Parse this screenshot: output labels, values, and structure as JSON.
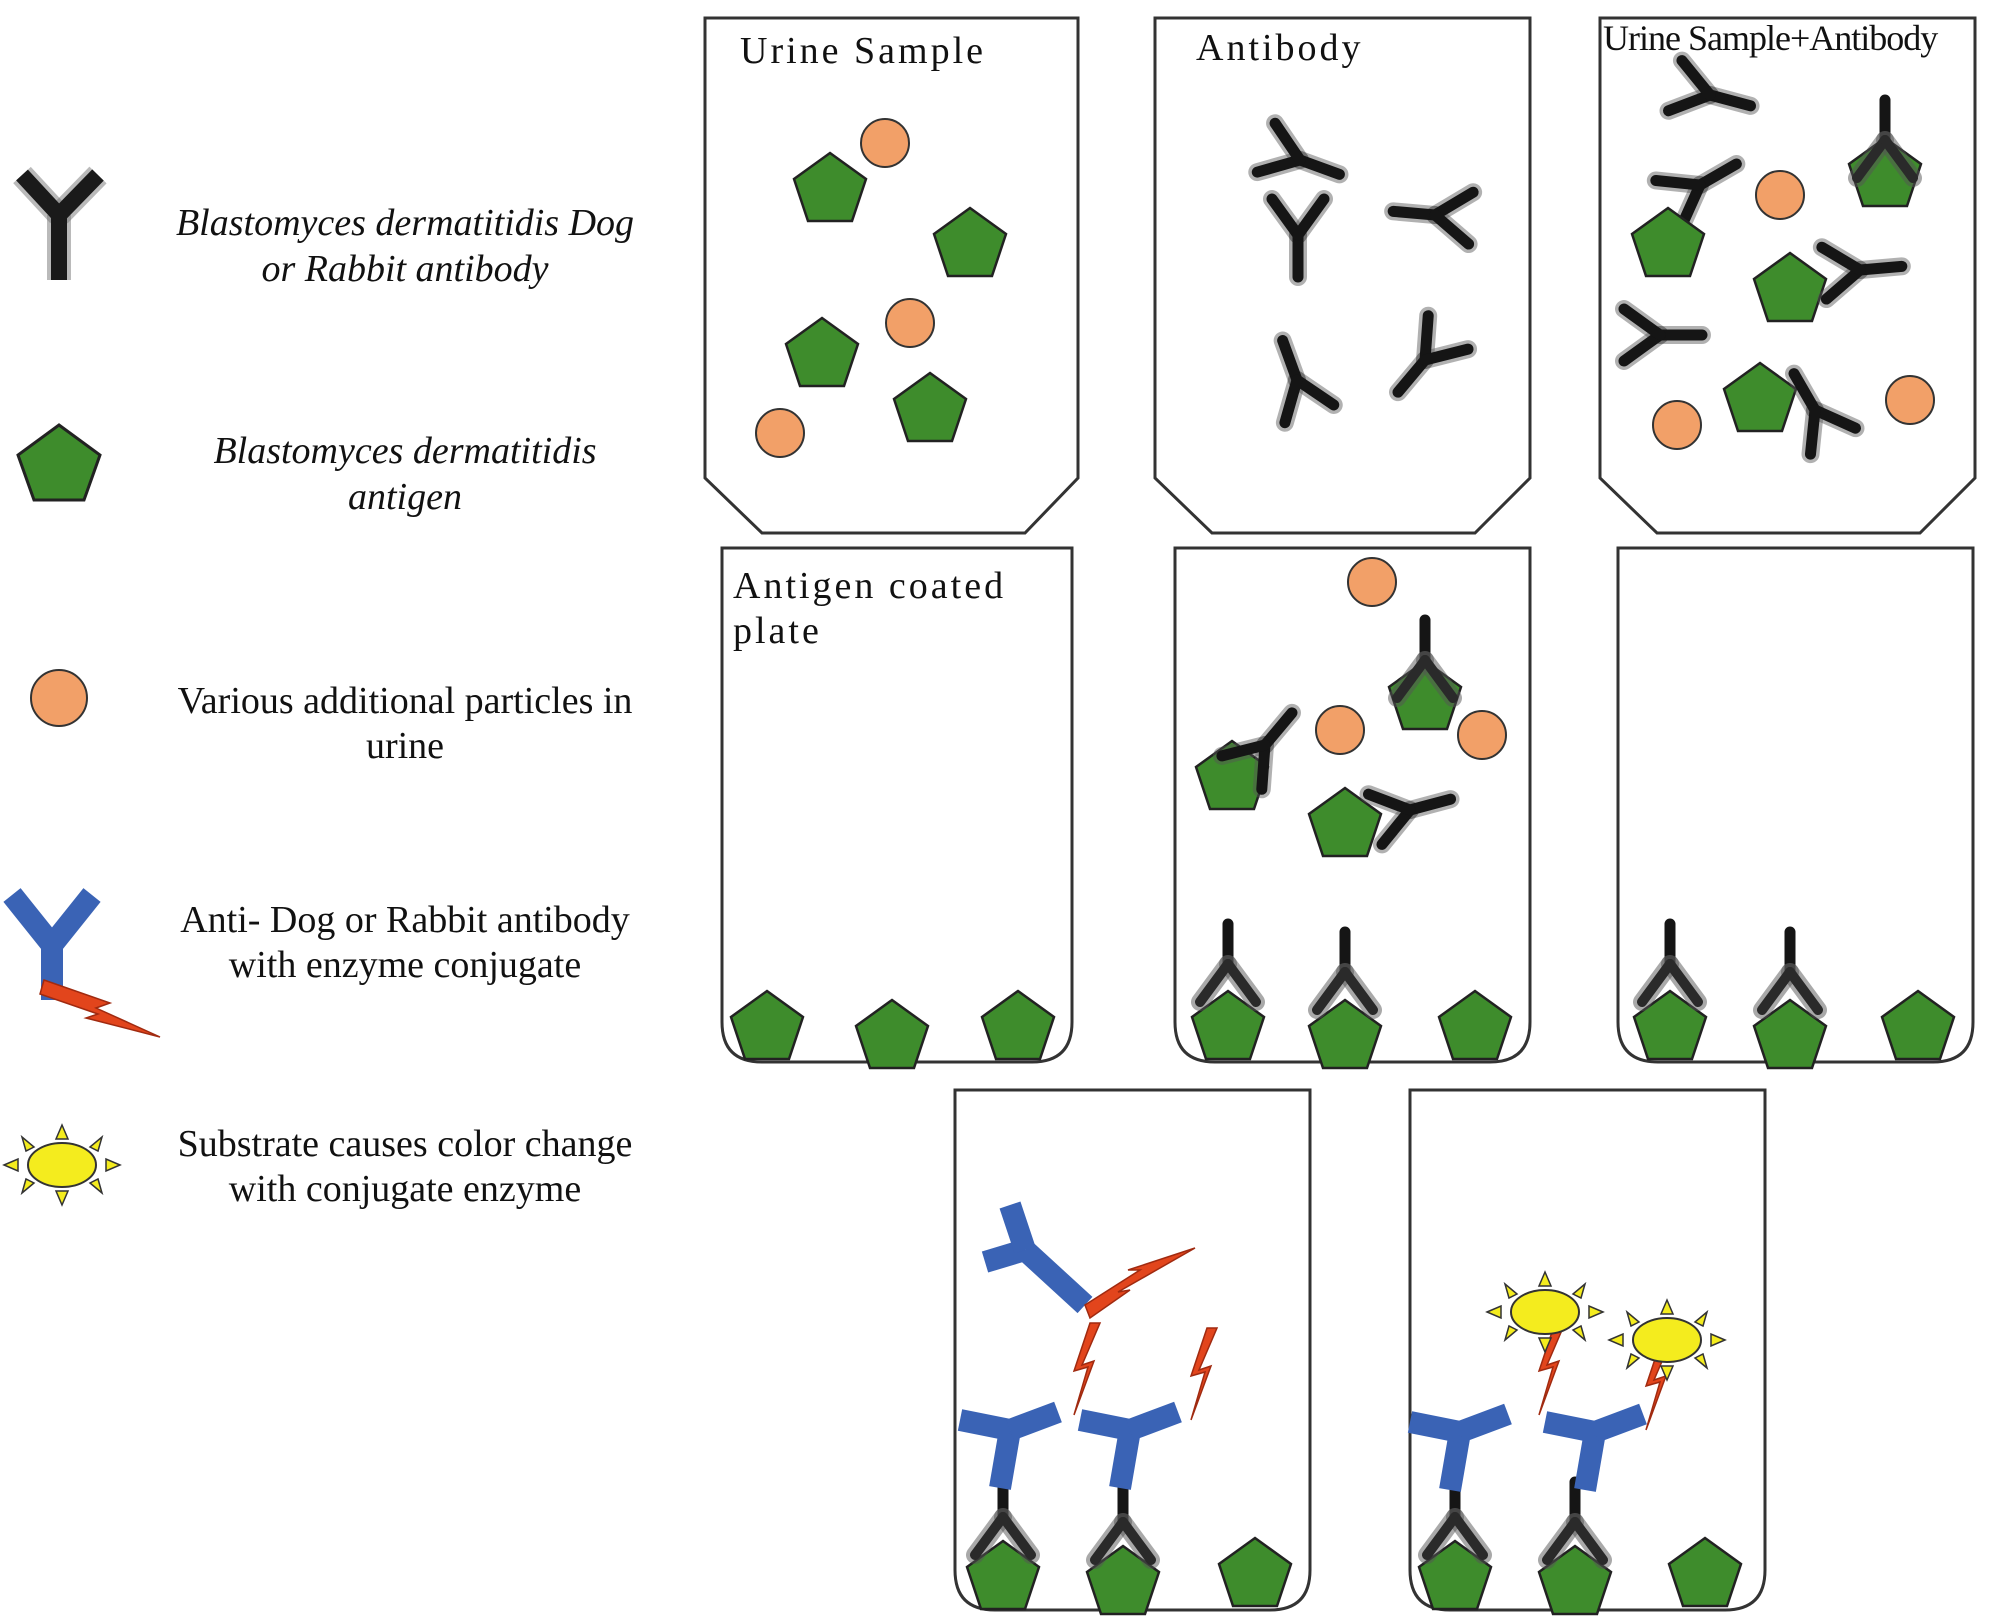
{
  "legend": [
    {
      "icon": "dark-antibody-icon",
      "lines": [
        "Blastomyces dermatitidis Dog",
        "or Rabbit antibody"
      ],
      "italic": true
    },
    {
      "icon": "green-pentagon-antigen-icon",
      "lines": [
        "Blastomyces dermatitidis",
        "antigen"
      ],
      "italic": true
    },
    {
      "icon": "orange-particle-icon",
      "lines": [
        "Various additional particles in",
        "urine"
      ],
      "italic": false
    },
    {
      "icon": "blue-antibody-enzyme-icon",
      "lines": [
        "Anti- Dog or Rabbit antibody",
        "with enzyme conjugate"
      ],
      "italic": false
    },
    {
      "icon": "yellow-sun-substrate-icon",
      "lines": [
        "Substrate causes color change",
        "with conjugate enzyme"
      ],
      "italic": false
    }
  ],
  "tubes": {
    "urine_sample": "Urine  Sample",
    "antibody": "Antibody",
    "urine_plus_antibody": "Urine Sample+Antibody"
  },
  "wells": {
    "antigen_coated_line1": "Antigen  coated",
    "antigen_coated_line2": "plate"
  },
  "colors": {
    "antigen_green": "#3e8c2c",
    "antibody_dark": "#1b1b1b",
    "particle_orange": "#f2a068",
    "conjugate_blue": "#3a63b5",
    "enzyme_red": "#e2451c",
    "substrate_yellow": "#f4ec1e"
  }
}
